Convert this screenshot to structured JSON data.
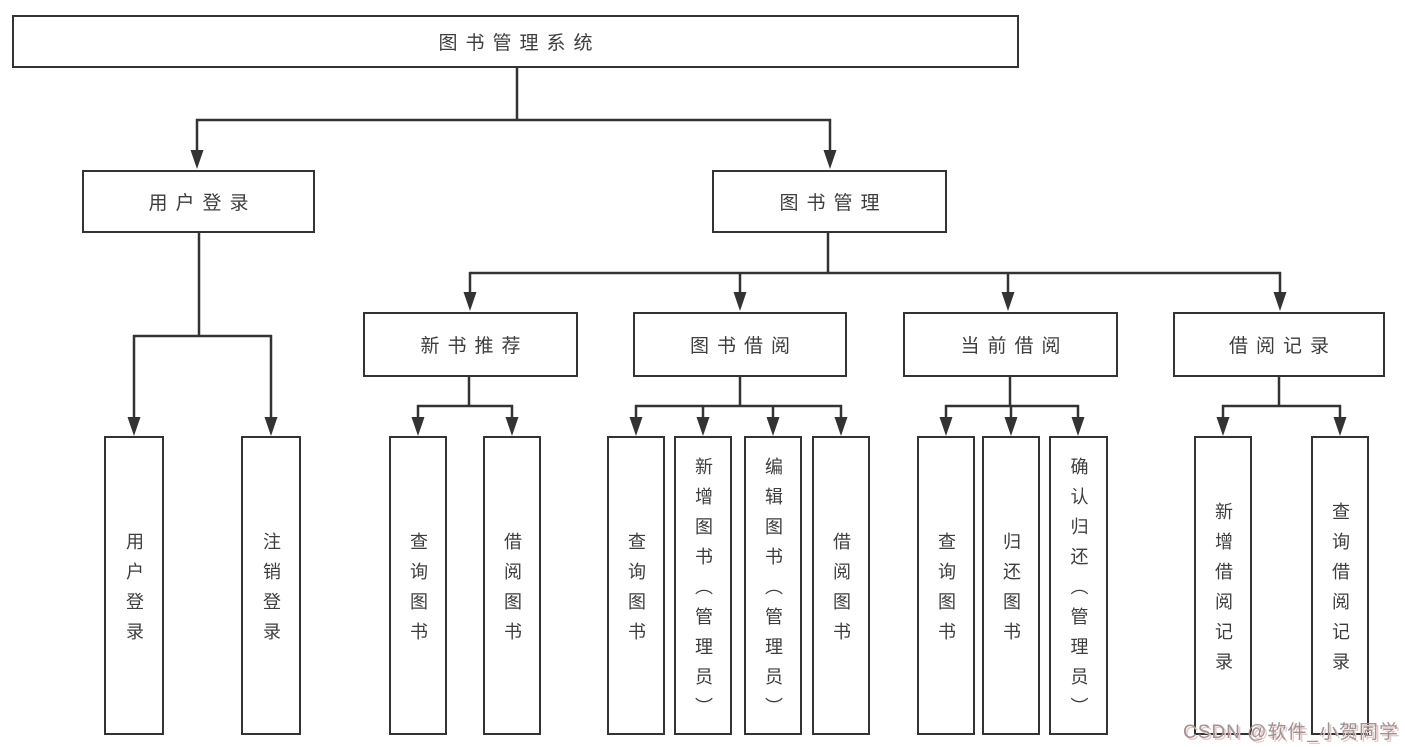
{
  "page": {
    "watermark": "CSDN @软件_小贺同学"
  },
  "colors": {
    "line": "#333333",
    "box_border": "#333333",
    "text": "#3d3d3d",
    "background": "#ffffff",
    "watermark_text": "#969696",
    "watermark_shadow": "#f3c6c6"
  },
  "tree": {
    "root": {
      "label": "图书管理系统",
      "children": [
        {
          "label": "用户登录",
          "children": [
            {
              "label": "用户登录"
            },
            {
              "label": "注销登录"
            }
          ]
        },
        {
          "label": "图书管理",
          "children": [
            {
              "label": "新书推荐",
              "children": [
                {
                  "label": "查询图书"
                },
                {
                  "label": "借阅图书"
                }
              ]
            },
            {
              "label": "图书借阅",
              "children": [
                {
                  "label": "查询图书"
                },
                {
                  "label": "新增图书（管理员）"
                },
                {
                  "label": "编辑图书（管理员）"
                },
                {
                  "label": "借阅图书"
                }
              ]
            },
            {
              "label": "当前借阅",
              "children": [
                {
                  "label": "查询图书"
                },
                {
                  "label": "归还图书"
                },
                {
                  "label": "确认归还（管理员）"
                }
              ]
            },
            {
              "label": "借阅记录",
              "children": [
                {
                  "label": "新增借阅记录"
                },
                {
                  "label": "查询借阅记录"
                }
              ]
            }
          ]
        }
      ]
    }
  }
}
